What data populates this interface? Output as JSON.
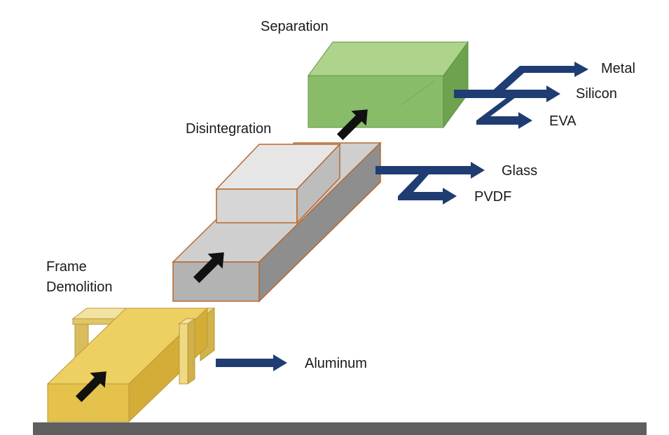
{
  "stages": {
    "separation": "Separation",
    "disintegration": "Disintegration",
    "frame_line1": "Frame",
    "frame_line2": "Demolition"
  },
  "outputs": {
    "metal": "Metal",
    "silicon": "Silicon",
    "eva": "EVA",
    "glass": "Glass",
    "pvdf": "PVDF",
    "aluminum": "Aluminum"
  },
  "colors": {
    "arrow_navy": "#1f3d73",
    "flow_arrow": "#111111",
    "frame_yellow": "#e9c74f",
    "box_gray": "#b9b9b9",
    "box_green": "#8ec06d",
    "bar_gray": "#5f5f5f"
  }
}
